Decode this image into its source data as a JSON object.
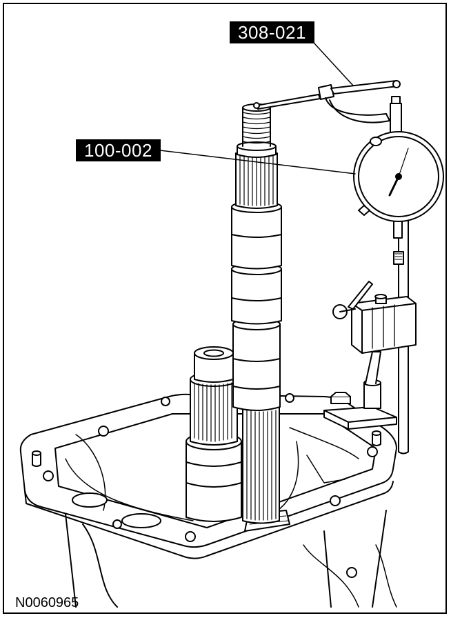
{
  "callouts": {
    "indicator_tool": "308-021",
    "dial_indicator": "100-002"
  },
  "figure_id": "N0060965",
  "colors": {
    "ink": "#000000",
    "paper": "#ffffff"
  }
}
